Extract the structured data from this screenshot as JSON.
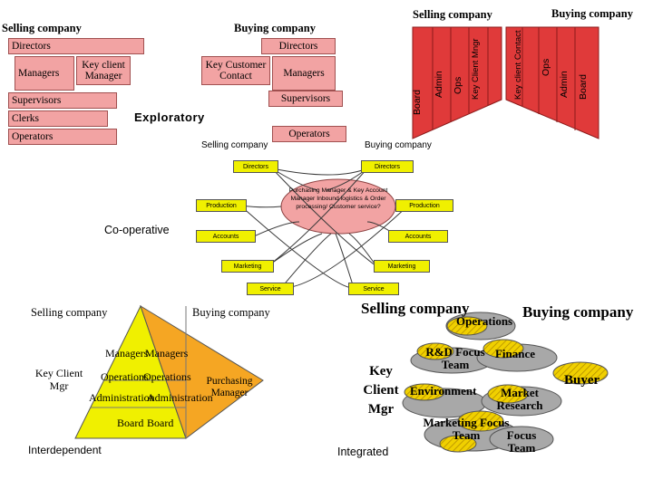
{
  "colors": {
    "pink": "#f2a3a3",
    "red": "#e03a3a",
    "yellow": "#f0f000",
    "orange": "#f5a623",
    "grey_cloud": "#a8a8a8"
  },
  "panel1": {
    "selling_label": "Selling company",
    "buying_label": "Buying company",
    "directors_left": "Directors",
    "directors_right": "Directors",
    "managers_left": "Managers",
    "key_client_manager": "Key client Manager",
    "key_customer_contact": "Key Customer Contact",
    "managers_right": "Managers",
    "supervisors_left": "Supervisors",
    "supervisors_right": "Supervisors",
    "clerks": "Clerks",
    "operators_left": "Operators",
    "operators_right": "Operators",
    "title": "Exploratory"
  },
  "panel2": {
    "selling_label": "Selling company",
    "buying_label": "Buying company",
    "left_bars": [
      "Board",
      "Admin",
      "Ops",
      "Key Client Mngr"
    ],
    "right_bars": [
      "Key client Contact",
      "Ops",
      "Admin",
      "Board"
    ]
  },
  "panel3": {
    "selling_label": "Selling company",
    "buying_label": "Buying company",
    "title": "Co-operative",
    "left_items": [
      "Directors",
      "Production",
      "Accounts",
      "Marketing",
      "Service"
    ],
    "right_items": [
      "Directors",
      "Production",
      "Accounts",
      "Marketing",
      "Service"
    ],
    "center_text": "Purchasing Manager & Key Account Manager Inbound logistics & Order processing/ Customer service?"
  },
  "panel4": {
    "selling_label": "Selling company",
    "buying_label": "Buying company",
    "title": "Interdependent",
    "left": {
      "managers": "Managers",
      "operations": "Operations",
      "administration": "Administration",
      "board": "Board",
      "key_client_mgr": "Key Client Mgr"
    },
    "right": {
      "managers": "Managers",
      "operations": "Operations",
      "administration": "Administration",
      "board": "Board",
      "purchasing_manager": "Purchasing Manager"
    }
  },
  "panel5": {
    "selling_label": "Selling company",
    "buying_label": "Buying company",
    "title": "Integrated",
    "key_client_mgr": "Key Client Mgr",
    "buyer": "Buyer",
    "clouds": [
      "Operations",
      "R&D Focus Team",
      "Finance",
      "Environment",
      "Market Research",
      "Marketing Focus Team",
      "Focus Team"
    ]
  }
}
